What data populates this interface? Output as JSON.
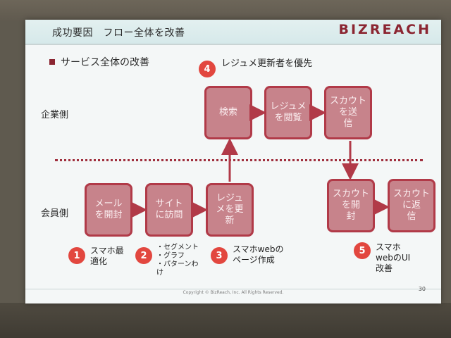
{
  "slide": {
    "title": "成功要因　フロー全体を改善",
    "logo": "BIZREACH",
    "bullet": "サービス全体の改善",
    "row_labels": {
      "company": "企業側",
      "member": "会員側"
    },
    "boxes": {
      "search": "検索",
      "resume_view": "レジュメ\nを閲覧",
      "scout_send": "スカウト\nを送\n信",
      "mail_open": "メール\nを開封",
      "site_visit": "サイト\nに訪問",
      "resume_update": "レジュ\nメを更\n新",
      "scout_open": "スカウト\nを開\n封",
      "scout_reply": "スカウト\nに返\n信"
    },
    "steps": [
      {
        "num": "1",
        "text": "スマホ最\n適化"
      },
      {
        "num": "2",
        "text": "・セグメント\n・グラフ\n・パターンわ\nけ"
      },
      {
        "num": "3",
        "text": "スマホwebの\nページ作成"
      },
      {
        "num": "4",
        "text": "レジュメ更新者を優先"
      },
      {
        "num": "5",
        "text": "スマホ\nwebのUI\n改善"
      }
    ],
    "footer": "Copyright © BizReach, Inc. All Rights Reserved.",
    "page_number": "30",
    "colors": {
      "accent": "#8b2531",
      "box_fill": "#c7838b",
      "box_border": "#b13a48",
      "circle": "#e2473f"
    }
  }
}
